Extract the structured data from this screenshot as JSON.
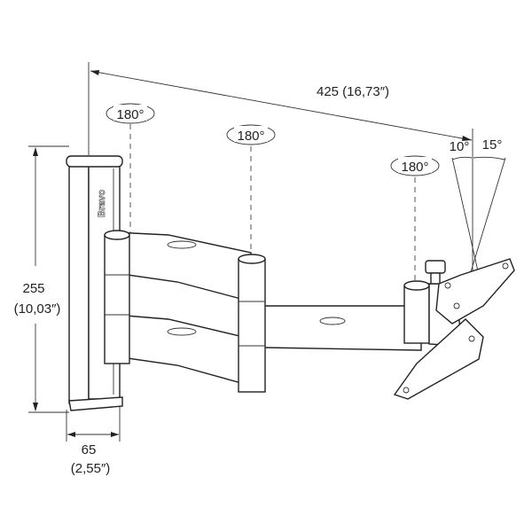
{
  "dimensions": {
    "width_label": "425 (16,73″)",
    "height_value": "255",
    "height_inch": "(10,03″)",
    "depth_value": "65",
    "depth_inch": "(2,55″)",
    "tilt_back": "10°",
    "tilt_forward": "15°"
  },
  "rotations": [
    "180°",
    "180°",
    "180°"
  ],
  "brand": "Bravo"
}
